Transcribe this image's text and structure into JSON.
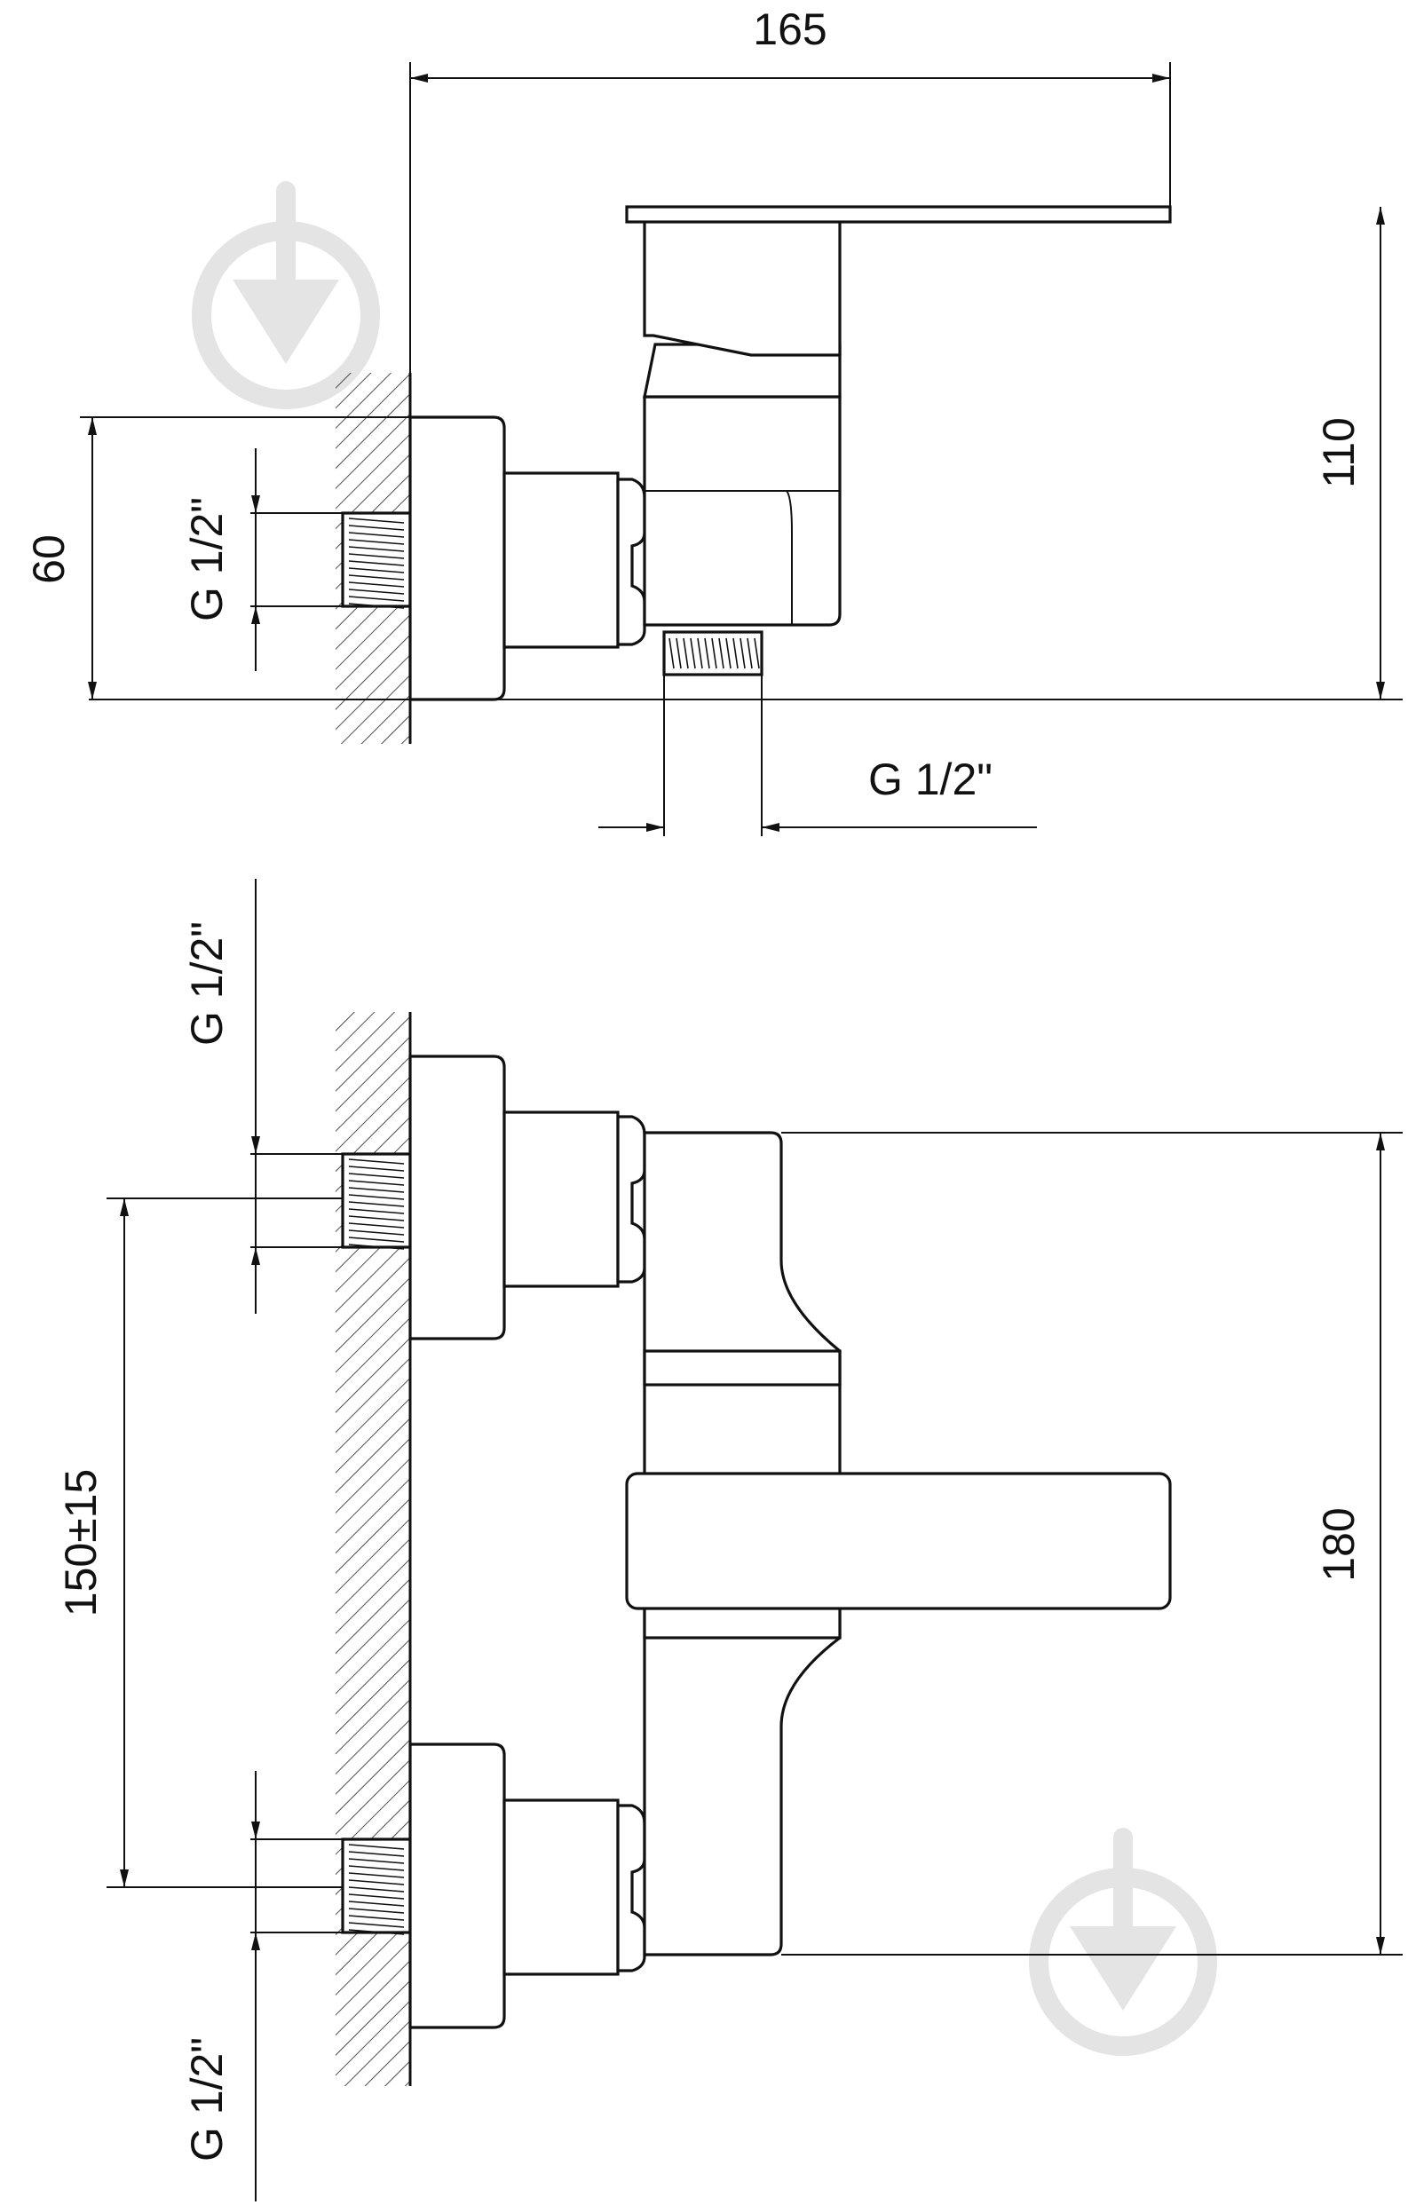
{
  "drawing": {
    "top_view": {
      "width_dim": "165",
      "height_dim": "110",
      "depth_dim": "60",
      "wall_inlet_thread": "G 1/2\"",
      "outlet_thread": "G 1/2\""
    },
    "front_view": {
      "upper_inlet_thread": "G 1/2\"",
      "lower_inlet_thread": "G 1/2\"",
      "inlet_spacing": "150±15",
      "body_height": "180"
    }
  },
  "colors": {
    "line": "#111111",
    "watermark": "#e4e4e4",
    "background": "#ffffff"
  },
  "icons": [
    "watermark-logo-icon"
  ]
}
